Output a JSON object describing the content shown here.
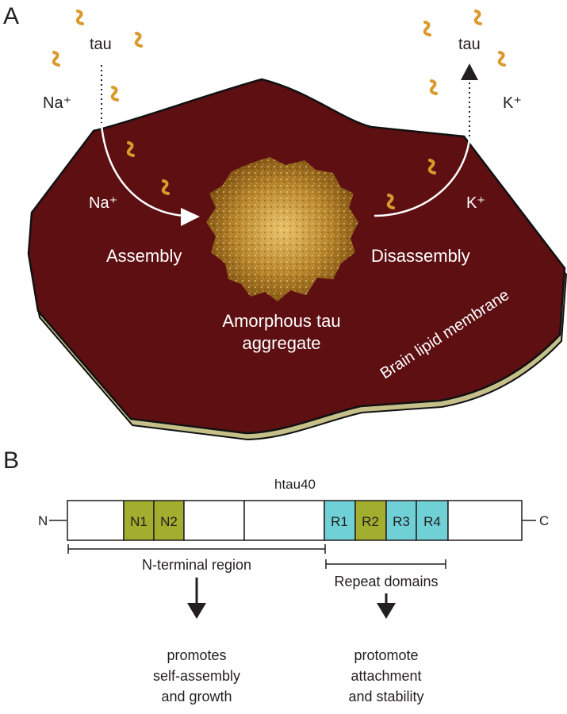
{
  "colors": {
    "membrane": "#5e0f12",
    "membrane_edge": "#111111",
    "membrane_side": "#c5c08a",
    "aggregate": "#a87a22",
    "tau_particle": "#d99a2b",
    "domain_olive": "#a3ad2e",
    "domain_cyan": "#6fd0d6"
  },
  "panel_a": {
    "letter": "A",
    "tau_left": "tau",
    "tau_right": "tau",
    "ion_na_outside": "Na⁺",
    "ion_k_outside": "K⁺",
    "ion_na_inside": "Na⁺",
    "ion_k_inside": "K⁺",
    "assembly": "Assembly",
    "disassembly": "Disassembly",
    "aggregate_line1": "Amorphous tau",
    "aggregate_line2": "aggregate",
    "membrane_label": "Brain lipid membrane"
  },
  "panel_b": {
    "letter": "B",
    "protein_name": "htau40",
    "n_terminus": "N",
    "c_terminus": "C",
    "domains": [
      {
        "label": "N1",
        "color": "olive"
      },
      {
        "label": "N2",
        "color": "olive"
      },
      {
        "label": "R1",
        "color": "cyan"
      },
      {
        "label": "R2",
        "color": "olive"
      },
      {
        "label": "R3",
        "color": "cyan"
      },
      {
        "label": "R4",
        "color": "cyan"
      }
    ],
    "region_n_terminal": "N-terminal region",
    "region_repeat": "Repeat domains",
    "effect_left": [
      "promotes",
      "self-assembly",
      "and growth"
    ],
    "effect_right": [
      "protomote",
      "attachment",
      "and stability"
    ]
  }
}
